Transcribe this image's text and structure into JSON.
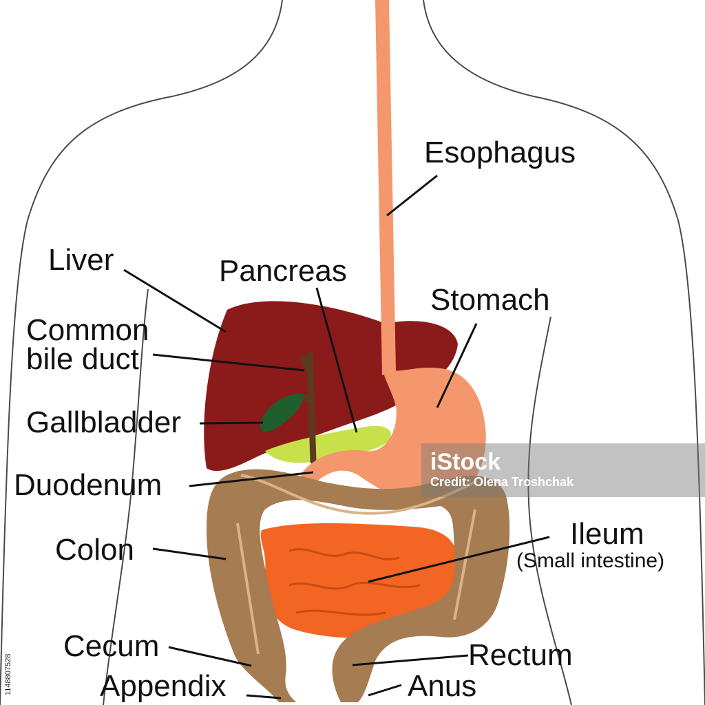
{
  "labels": {
    "esophagus": "Esophagus",
    "liver": "Liver",
    "pancreas": "Pancreas",
    "stomach": "Stomach",
    "common_bile_duct_1": "Common",
    "common_bile_duct_2": "bile duct",
    "gallbladder": "Gallbladder",
    "duodenum": "Duodenum",
    "colon": "Colon",
    "ileum": "Ileum",
    "ileum_sub": "(Small intestine)",
    "cecum": "Cecum",
    "rectum": "Rectum",
    "appendix": "Appendix",
    "anus": "Anus"
  },
  "watermark": {
    "logo": "iStock",
    "credit": "Credit: Olena Troshchak",
    "id": "1148807528"
  },
  "colors": {
    "liver": "#8b1a1a",
    "esophagus_stomach": "#f4976c",
    "pancreas": "#c8e04a",
    "gallbladder": "#1e5e2c",
    "bile_duct": "#5a3a22",
    "colon": "#a67c52",
    "small_intestine": "#f26522",
    "outline": "#4a4a4a"
  }
}
